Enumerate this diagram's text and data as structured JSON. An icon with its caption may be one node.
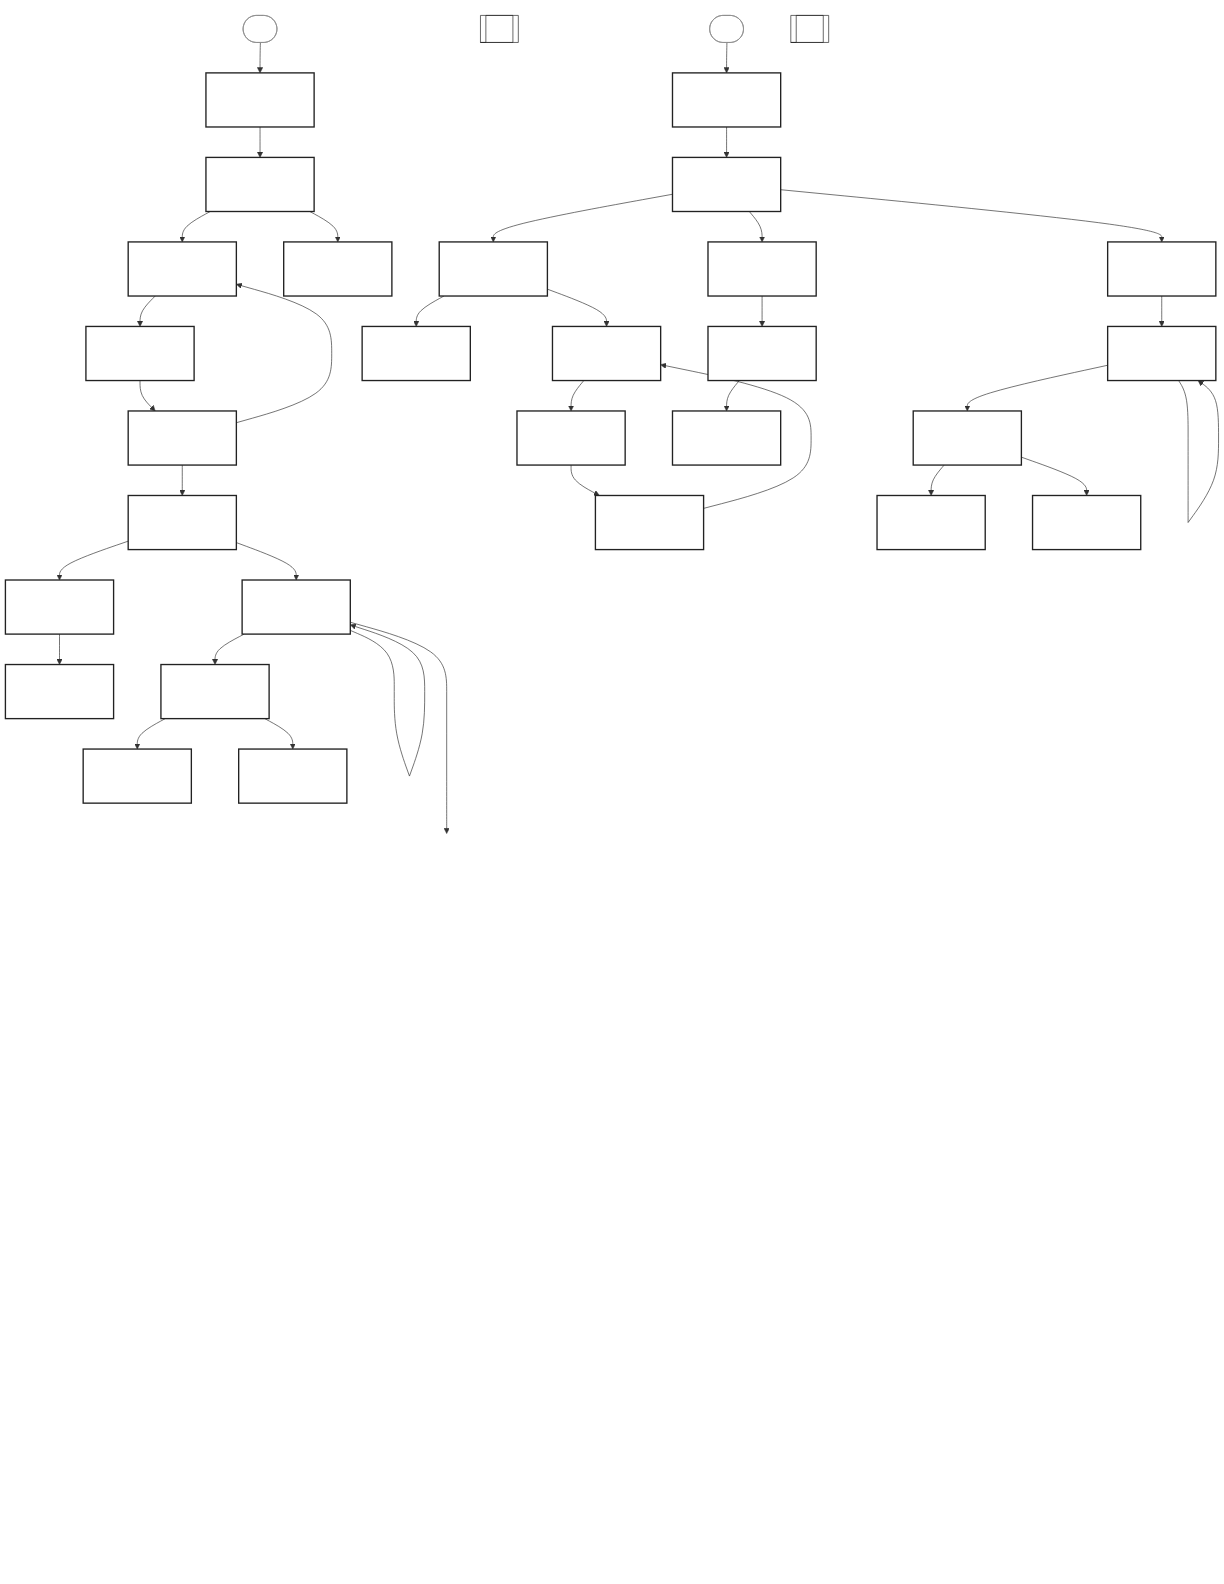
{
  "diagram": {
    "nodes": [
      {
        "text": [],
        "shape": "stadium"
      },
      {
        "text": [],
        "shape": "double-box"
      },
      {
        "text": [],
        "shape": "box"
      },
      {
        "text": [],
        "shape": "box"
      },
      {
        "text": [],
        "shape": "box"
      },
      {
        "text": [],
        "shape": "box"
      },
      {
        "text": [],
        "shape": "box"
      },
      {
        "text": [],
        "shape": "box"
      },
      {
        "text": [],
        "shape": "box"
      },
      {
        "text": [],
        "shape": "box"
      },
      {
        "text": [],
        "shape": "box"
      },
      {
        "text": [],
        "shape": "box"
      },
      {
        "text": [],
        "shape": "box"
      },
      {
        "text": [],
        "shape": "box"
      },
      {
        "text": [],
        "shape": "box"
      },
      {
        "text": [],
        "shape": "stadium"
      },
      {
        "text": [],
        "shape": "double-box"
      },
      {
        "text": [],
        "shape": "box"
      },
      {
        "text": [],
        "shape": "box"
      },
      {
        "text": [],
        "shape": "box"
      },
      {
        "text": [],
        "shape": "box"
      },
      {
        "text": [],
        "shape": "box"
      },
      {
        "text": [],
        "shape": "box"
      },
      {
        "text": [],
        "shape": "box"
      },
      {
        "text": [],
        "shape": "box"
      },
      {
        "text": [],
        "shape": "box"
      },
      {
        "text": [],
        "shape": "box"
      },
      {
        "text": [],
        "shape": "box"
      },
      {
        "text": [],
        "shape": "box"
      },
      {
        "text": [],
        "shape": "box"
      },
      {
        "text": [],
        "shape": "box"
      },
      {
        "text": [],
        "shape": "box"
      }
    ],
    "edges": [
      {
        "from": 0,
        "to": 2,
        "arrow": "to"
      },
      {
        "from": 2,
        "to": 3,
        "arrow": "to"
      },
      {
        "from": 3,
        "to": 4,
        "arrow": "to"
      },
      {
        "from": 3,
        "to": 5,
        "arrow": "to"
      },
      {
        "from": 4,
        "to": 6,
        "arrow": "to"
      },
      {
        "from": 6,
        "to": 7,
        "arrow": "to"
      },
      {
        "from": 7,
        "to": 4,
        "arrow": "to"
      },
      {
        "from": 7,
        "to": 8,
        "arrow": "to"
      },
      {
        "from": 8,
        "to": 9,
        "arrow": "to"
      },
      {
        "from": 9,
        "to": 10,
        "arrow": "to"
      },
      {
        "from": 8,
        "to": 11,
        "arrow": "to"
      },
      {
        "from": 11,
        "to": 12,
        "arrow": "to"
      },
      {
        "from": 11,
        "to": 11,
        "arrow": "to"
      },
      {
        "from": 12,
        "to": 13,
        "arrow": "to"
      },
      {
        "from": 12,
        "to": 14,
        "arrow": "to"
      },
      {
        "from": 11,
        "to": null,
        "arrow": "to"
      },
      {
        "from": 15,
        "to": 17,
        "arrow": "to"
      },
      {
        "from": 17,
        "to": 23,
        "arrow": "to"
      },
      {
        "from": 23,
        "to": 18,
        "arrow": "to"
      },
      {
        "from": 18,
        "to": 19,
        "arrow": "to"
      },
      {
        "from": 18,
        "to": 20,
        "arrow": "to"
      },
      {
        "from": 19,
        "to": 21,
        "arrow": "to"
      },
      {
        "from": 21,
        "to": 22,
        "arrow": "to"
      },
      {
        "from": 22,
        "to": 19,
        "arrow": "to"
      },
      {
        "from": 23,
        "to": 24,
        "arrow": "to"
      },
      {
        "from": 24,
        "to": 25,
        "arrow": "to"
      },
      {
        "from": 25,
        "to": 26,
        "arrow": "to"
      },
      {
        "from": 23,
        "to": 27,
        "arrow": "to"
      },
      {
        "from": 27,
        "to": 28,
        "arrow": "to"
      },
      {
        "from": 28,
        "to": 29,
        "arrow": "to"
      },
      {
        "from": 29,
        "to": 30,
        "arrow": "to"
      },
      {
        "from": 29,
        "to": 31,
        "arrow": "to"
      },
      {
        "from": 28,
        "to": 28,
        "arrow": "to"
      }
    ]
  }
}
